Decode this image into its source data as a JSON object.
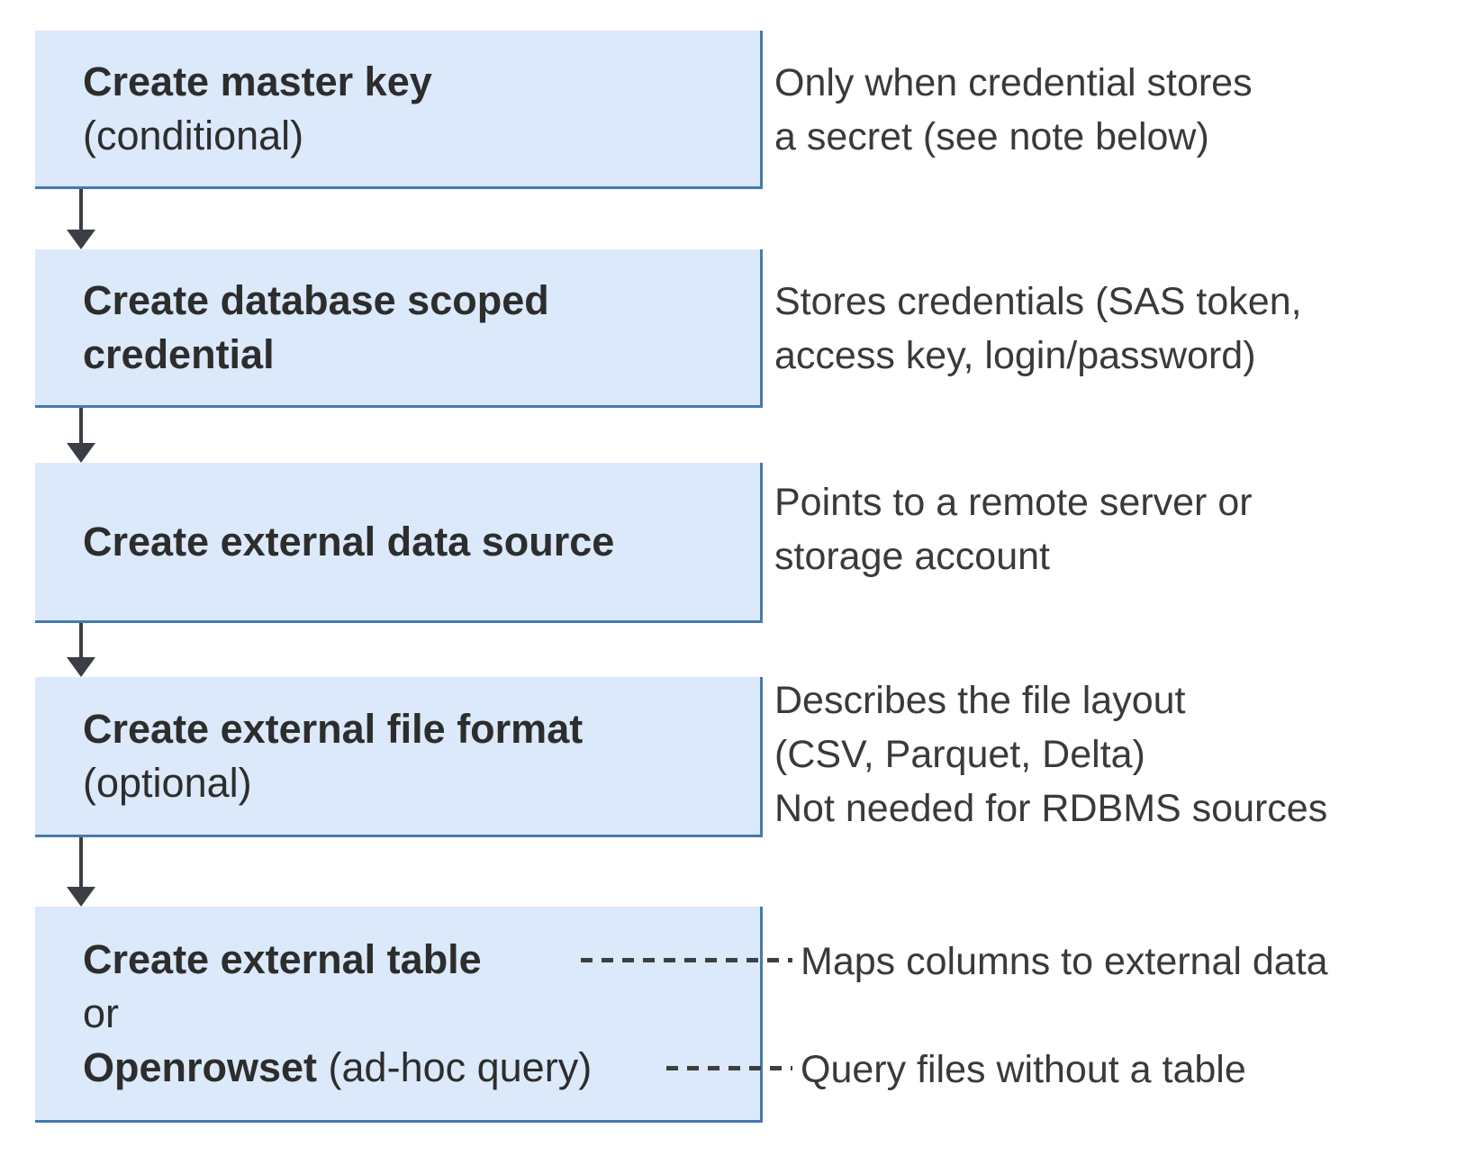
{
  "colors": {
    "box_fill": "#dbe9fa",
    "box_border": "#4679ae",
    "arrow_color": "#3b3e45",
    "dash_color": "#3f3f3f",
    "title_color": "#2d2d2d",
    "note_color": "#3a3a3a"
  },
  "boxes": [
    {
      "name": "create-master-key",
      "lines": [
        {
          "spans": [
            {
              "text": "Create master key",
              "bold": true
            }
          ]
        },
        {
          "spans": [
            {
              "text": "(conditional)",
              "bold": false
            }
          ]
        }
      ]
    },
    {
      "name": "create-database-scoped-credential",
      "lines": [
        {
          "spans": [
            {
              "text": "Create database scoped",
              "bold": true
            }
          ]
        },
        {
          "spans": [
            {
              "text": "credential",
              "bold": true
            }
          ]
        }
      ]
    },
    {
      "name": "create-external-data-source",
      "lines": [
        {
          "spans": [
            {
              "text": "Create external data source",
              "bold": true
            }
          ]
        }
      ]
    },
    {
      "name": "create-external-file-format",
      "lines": [
        {
          "spans": [
            {
              "text": "Create external file format",
              "bold": true
            }
          ]
        },
        {
          "spans": [
            {
              "text": "(optional)",
              "bold": false
            }
          ]
        }
      ]
    },
    {
      "name": "create-external-table-or-openrowset",
      "lines": [
        {
          "spans": [
            {
              "text": "Create external table",
              "bold": true
            }
          ]
        },
        {
          "spans": [
            {
              "text": "or",
              "bold": false
            }
          ]
        },
        {
          "spans": [
            {
              "text": "Openrowset",
              "bold": true
            },
            {
              "text": " (ad-hoc query)",
              "bold": false
            }
          ]
        }
      ]
    }
  ],
  "annotations": [
    {
      "lines": [
        "Only when credential stores",
        "a secret (see note below)"
      ]
    },
    {
      "lines": [
        "Stores credentials (SAS token,",
        "access key, login/password)"
      ]
    },
    {
      "lines": [
        "Points to a remote server or",
        "storage account"
      ]
    },
    {
      "lines": [
        "Describes the file layout",
        "(CSV, Parquet, Delta)",
        "Not needed for RDBMS sources"
      ]
    },
    {
      "lines": [
        "Maps columns to external data"
      ]
    },
    {
      "lines": [
        "Query files without a table"
      ]
    }
  ]
}
